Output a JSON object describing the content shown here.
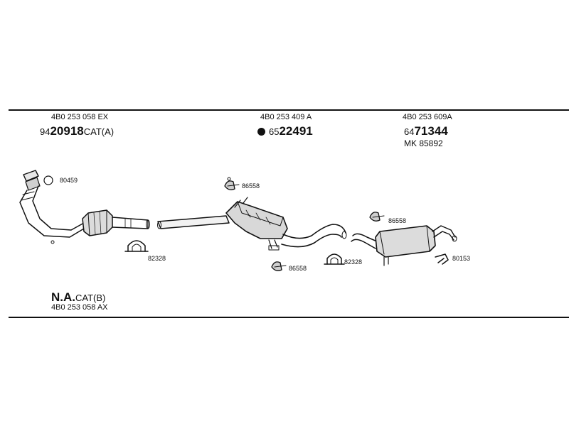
{
  "groups": {
    "front": {
      "ref": "4B0 253 058 EX",
      "num_prefix": "94",
      "num_main": "20918",
      "num_suffix": "CAT(A)"
    },
    "middle": {
      "ref": "4B0 253 409 A",
      "num_prefix": "65",
      "num_main": "22491"
    },
    "rear": {
      "ref": "4B0 253 609A",
      "num_prefix": "64",
      "num_main": "71344",
      "mk": "MK  85892"
    },
    "note": {
      "title_main": "N.A.",
      "title_suffix": "CAT(B)",
      "ref": "4B0 253 058 AX"
    }
  },
  "callouts": {
    "c80459": "80459",
    "c82328a": "82328",
    "c86558a": "86558",
    "c86558b": "86558",
    "c82328b": "82328",
    "c86558c": "86558",
    "c80153": "80153"
  }
}
